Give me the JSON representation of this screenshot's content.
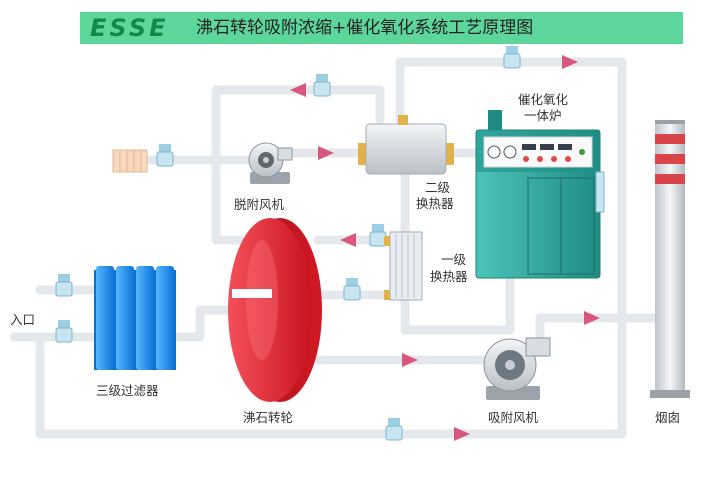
{
  "header": {
    "brand": "ESSE",
    "title": "沸石转轮吸附浓缩+催化氧化系统工艺原理图"
  },
  "labels": {
    "inlet": "入口",
    "filter": "三级过滤器",
    "zeolite_rotor": "沸石转轮",
    "desorption_fan": "脱附风机",
    "secondary_hx_line1": "二级",
    "secondary_hx_line2": "换热器",
    "primary_hx_line1": "一级",
    "primary_hx_line2": "换热器",
    "catalytic_oxidizer_line1": "催化氧化",
    "catalytic_oxidizer_line2": "一体炉",
    "adsorption_fan": "吸附风机",
    "chimney": "烟囱"
  },
  "colors": {
    "banner": "#5cd69a",
    "brand": "#0f8a4c",
    "pipe": "#e4e8ec",
    "arrow": "#d9577f",
    "rotor": "#e0232e",
    "filter": "#1f8ff0",
    "furnace": "#2fa49a",
    "chimney_band": "#d9434a"
  }
}
